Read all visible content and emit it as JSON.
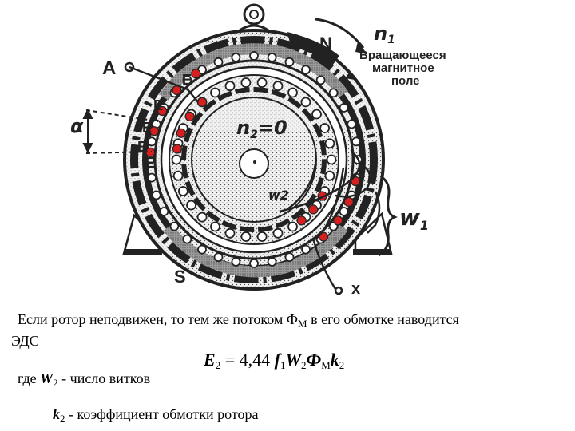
{
  "diagram": {
    "labels": {
      "terminal_a": "A",
      "terminal_x": "x",
      "pole_n": "N",
      "pole_s": "S",
      "n1": "n",
      "n1_sub": "1",
      "field_line1": "Вращающееся",
      "field_line2": "магнитное",
      "field_line3": "поле",
      "n2_eq": "n",
      "n2_sub": "2",
      "n2_val": "=0",
      "w2": "w2",
      "w1": "w",
      "w1_sub": "1",
      "alpha": "α",
      "e1": "E",
      "e2": "E",
      "e3": "E",
      "e4": "E",
      "e5": "E"
    },
    "colors": {
      "stator": "#2b2b2b",
      "rotor_fill": "#d9d9d9",
      "conductor_dot": "#d62020",
      "ink": "#1e1e1e"
    }
  },
  "text": {
    "para1": "Если ротор неподвижен, то тем же потоком Ф",
    "para1_sub": "М",
    "para1_rest": " в его обмотке наводится",
    "para2": "ЭДС",
    "formula": {
      "E": "E",
      "E_sub": "2",
      "eq": " = 4,44 ",
      "f": "f",
      "f_sub": "1",
      "W": "W",
      "W_sub": "2",
      "Phi": "Ф",
      "Phi_sub": "M",
      "k": "k",
      "k_sub": "2"
    },
    "where_prefix": "где ",
    "where_W": "W",
    "where_W_sub": "2",
    "where_rest": " - число витков",
    "coef_k": "k",
    "coef_k_sub": "2",
    "coef_rest": " - коэффициент обмотки ротора"
  }
}
